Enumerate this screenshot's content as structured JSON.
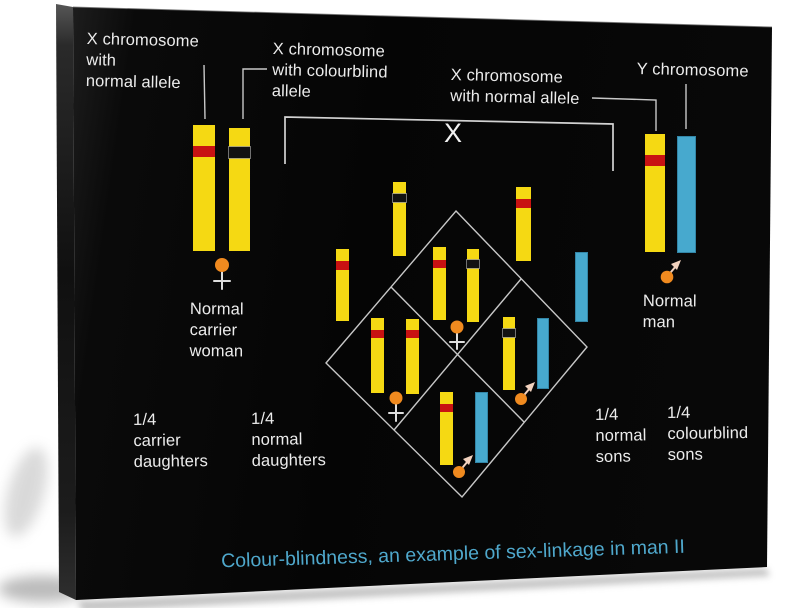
{
  "artwork": {
    "caption": "Colour-blindness, an example of sex-linkage in man II",
    "big_cross_label": "X"
  },
  "labels": {
    "x_normal_left": "X chromosome\nwith\nnormal allele",
    "x_colourblind": "X chromosome\nwith colourblind\nallele",
    "x_normal_right": "X chromosome\nwith normal allele",
    "y_chromosome": "Y chromosome",
    "mother": "Normal\ncarrier\nwoman",
    "father": "Normal\nman",
    "carrier_daughters": "1/4\ncarrier\ndaughters",
    "normal_daughters": "1/4\nnormal\ndaughters",
    "normal_sons": "1/4\nnormal\nsons",
    "colourblind_sons": "1/4\ncolourblind\nsons"
  },
  "icons": {
    "female_symbol": "orange-circle-with-cross-below",
    "male_symbol": "orange-circle-with-northeast-arrow"
  },
  "colors": {
    "x_chromosome_yellow": "#F5D913",
    "normal_allele_red": "#C81212",
    "colourblind_allele_black": "#121212",
    "y_chromosome_blue": "#47A9CE",
    "sex_symbol_orange": "#F08A1F",
    "arrow_pink": "#F2D2BE",
    "line_grey": "#C8C8C8",
    "text_white": "#ECECEC",
    "caption_blue": "#4FA8CC",
    "canvas_black": "#070707",
    "background_white": "#FFFFFF"
  }
}
